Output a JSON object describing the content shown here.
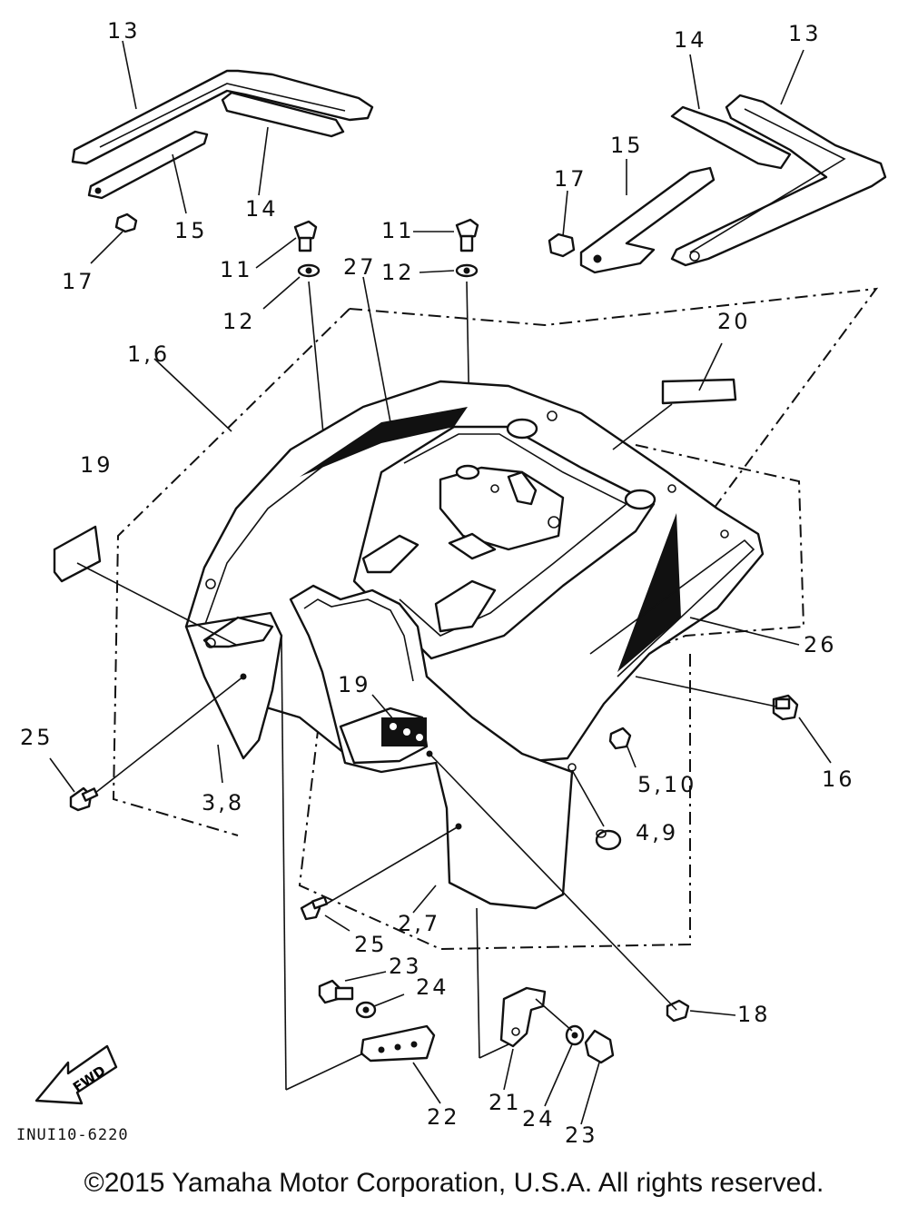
{
  "diagram": {
    "callouts": [
      {
        "id": "c13a",
        "text": "13"
      },
      {
        "id": "c13b",
        "text": "13"
      },
      {
        "id": "c14a",
        "text": "14"
      },
      {
        "id": "c14b",
        "text": "14"
      },
      {
        "id": "c15a",
        "text": "15"
      },
      {
        "id": "c15b",
        "text": "15"
      },
      {
        "id": "c17a",
        "text": "17"
      },
      {
        "id": "c17b",
        "text": "17"
      },
      {
        "id": "c11a",
        "text": "11"
      },
      {
        "id": "c11b",
        "text": "11"
      },
      {
        "id": "c12a",
        "text": "12"
      },
      {
        "id": "c12b",
        "text": "12"
      },
      {
        "id": "c27",
        "text": "27"
      },
      {
        "id": "c20",
        "text": "20"
      },
      {
        "id": "c16",
        "text": "1,6"
      },
      {
        "id": "c19a",
        "text": "19"
      },
      {
        "id": "c19b",
        "text": "19"
      },
      {
        "id": "c26",
        "text": "26"
      },
      {
        "id": "c25a",
        "text": "25"
      },
      {
        "id": "c25b",
        "text": "25"
      },
      {
        "id": "c38",
        "text": "3,8"
      },
      {
        "id": "c16r",
        "text": "16"
      },
      {
        "id": "c510",
        "text": "5,10"
      },
      {
        "id": "c49",
        "text": "4,9"
      },
      {
        "id": "c27b",
        "text": "2,7"
      },
      {
        "id": "c23a",
        "text": "23"
      },
      {
        "id": "c24a",
        "text": "24"
      },
      {
        "id": "c18",
        "text": "18"
      },
      {
        "id": "c22",
        "text": "22"
      },
      {
        "id": "c21",
        "text": "21"
      },
      {
        "id": "c24b",
        "text": "24"
      },
      {
        "id": "c23b",
        "text": "23"
      }
    ],
    "fwd_label": "FWD",
    "code": "INUI10-6220"
  },
  "copyright": "©2015 Yamaha Motor Corporation, U.S.A. All rights reserved."
}
